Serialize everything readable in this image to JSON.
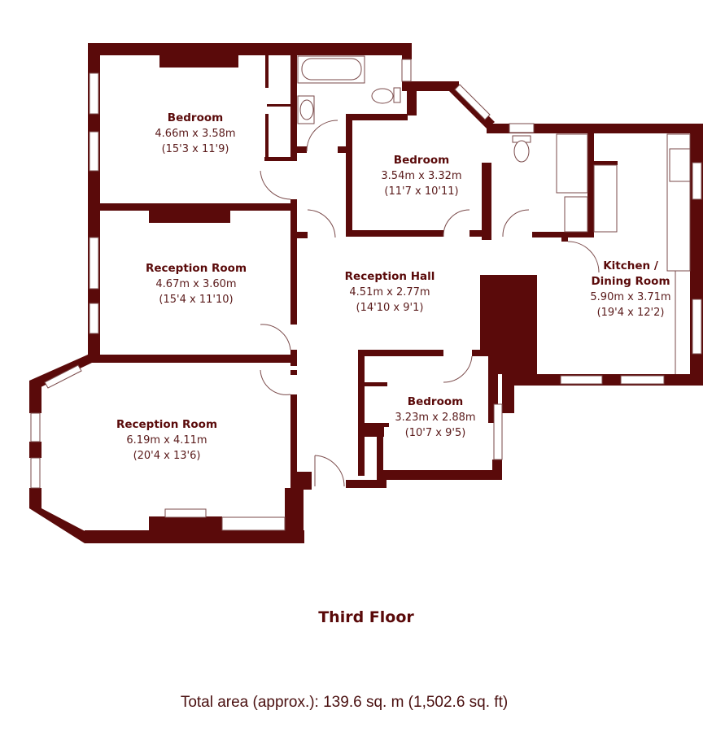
{
  "floor": {
    "title": "Third Floor",
    "total_area": "Total area (approx.): 139.6 sq. m (1,502.6 sq. ft)",
    "wall_color": "#5a0a0a"
  },
  "rooms": [
    {
      "name": "Bedroom",
      "metric": "4.66m x 3.58m",
      "imperial": "(15'3 x 11'9)"
    },
    {
      "name": "Bedroom",
      "metric": "3.54m x 3.32m",
      "imperial": "(11'7 x 10'11)"
    },
    {
      "name": "Reception Room",
      "metric": "4.67m x 3.60m",
      "imperial": "(15'4 x 11'10)"
    },
    {
      "name": "Reception Hall",
      "metric": "4.51m x 2.77m",
      "imperial": "(14'10 x 9'1)"
    },
    {
      "name": "Kitchen /",
      "name2": "Dining Room",
      "metric": "5.90m x 3.71m",
      "imperial": "(19'4 x 12'2)"
    },
    {
      "name": "Reception Room",
      "metric": "6.19m x 4.11m",
      "imperial": "(20'4 x 13'6)"
    },
    {
      "name": "Bedroom",
      "metric": "3.23m x 2.88m",
      "imperial": "(10'7 x 9'5)"
    }
  ]
}
